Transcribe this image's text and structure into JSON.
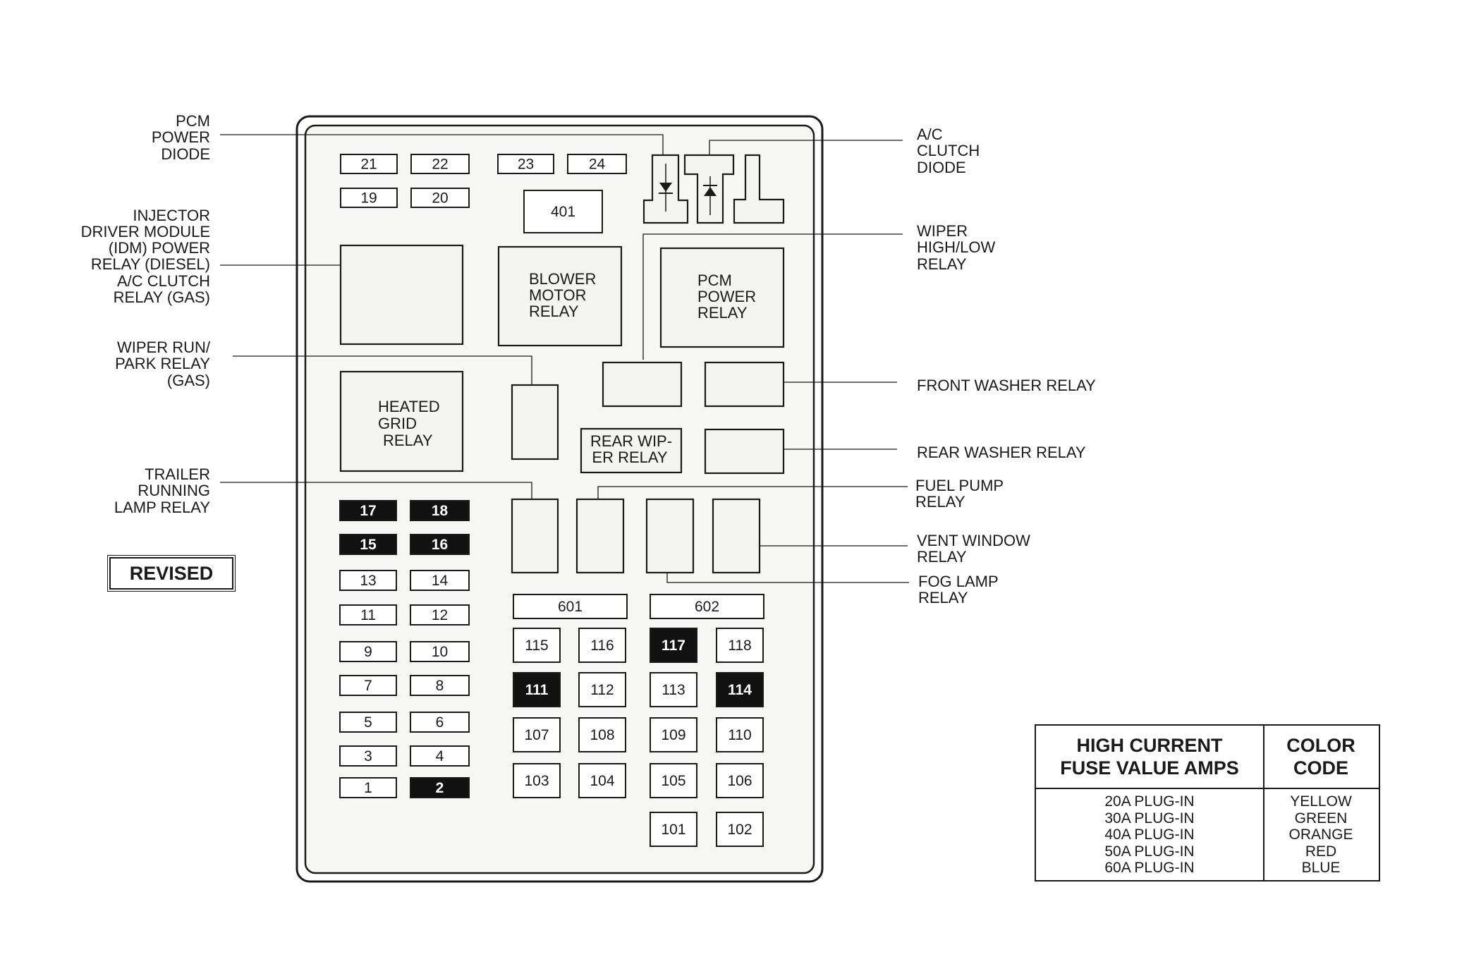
{
  "callouts": {
    "pcm_power_diode": [
      "PCM",
      "POWER",
      "DIODE"
    ],
    "injector_relay": [
      "INJECTOR",
      "DRIVER MODULE",
      "(IDM) POWER",
      "RELAY (DIESEL)",
      "A/C CLUTCH",
      "RELAY (GAS)"
    ],
    "wiper_run_park": [
      "WIPER RUN/",
      "PARK  RELAY",
      "(GAS)"
    ],
    "trailer_running": [
      "TRAILER",
      "RUNNING",
      "LAMP RELAY"
    ],
    "ac_clutch_diode": [
      "A/C",
      "CLUTCH",
      "DIODE"
    ],
    "wiper_high_low": [
      "WIPER",
      "HIGH/LOW",
      "RELAY"
    ],
    "front_washer": [
      "FRONT WASHER RELAY"
    ],
    "rear_washer": [
      "REAR WASHER RELAY"
    ],
    "fuel_pump": [
      "FUEL PUMP",
      "RELAY"
    ],
    "vent_window": [
      "VENT WINDOW",
      "RELAY"
    ],
    "fog_lamp": [
      "FOG LAMP",
      "RELAY"
    ]
  },
  "relays": {
    "blower": [
      "BLOWER",
      "MOTOR",
      "RELAY"
    ],
    "pcm_power": [
      "PCM",
      "POWER",
      "RELAY"
    ],
    "heated_grid": [
      "HEATED",
      "GRID",
      "RELAY"
    ],
    "rear_wiper": [
      "REAR WIP-",
      "ER RELAY"
    ]
  },
  "fuses": {
    "f21": "21",
    "f22": "22",
    "f23": "23",
    "f24": "24",
    "f19": "19",
    "f20": "20",
    "f401": "401",
    "f17": "17",
    "f18": "18",
    "f15": "15",
    "f16": "16",
    "f13": "13",
    "f14": "14",
    "f11": "11",
    "f12": "12",
    "f9": "9",
    "f10": "10",
    "f7": "7",
    "f8": "8",
    "f5": "5",
    "f6": "6",
    "f3": "3",
    "f4": "4",
    "f1": "1",
    "f2": "2",
    "f601": "601",
    "f602": "602",
    "f115": "115",
    "f116": "116",
    "f117": "117",
    "f118": "118",
    "f111": "111",
    "f112": "112",
    "f113": "113",
    "f114": "114",
    "f107": "107",
    "f108": "108",
    "f109": "109",
    "f110": "110",
    "f103": "103",
    "f104": "104",
    "f105": "105",
    "f106": "106",
    "f101": "101",
    "f102": "102"
  },
  "revised_label": "REVISED",
  "legend": {
    "col1_header": [
      "HIGH CURRENT",
      "FUSE VALUE AMPS"
    ],
    "col2_header": [
      "COLOR",
      "CODE"
    ],
    "rows": [
      {
        "value": "20A PLUG-IN",
        "color": "YELLOW"
      },
      {
        "value": "30A PLUG-IN",
        "color": "GREEN"
      },
      {
        "value": "40A PLUG-IN",
        "color": "ORANGE"
      },
      {
        "value": "50A PLUG-IN",
        "color": "RED"
      },
      {
        "value": "60A PLUG-IN",
        "color": "BLUE"
      }
    ]
  }
}
